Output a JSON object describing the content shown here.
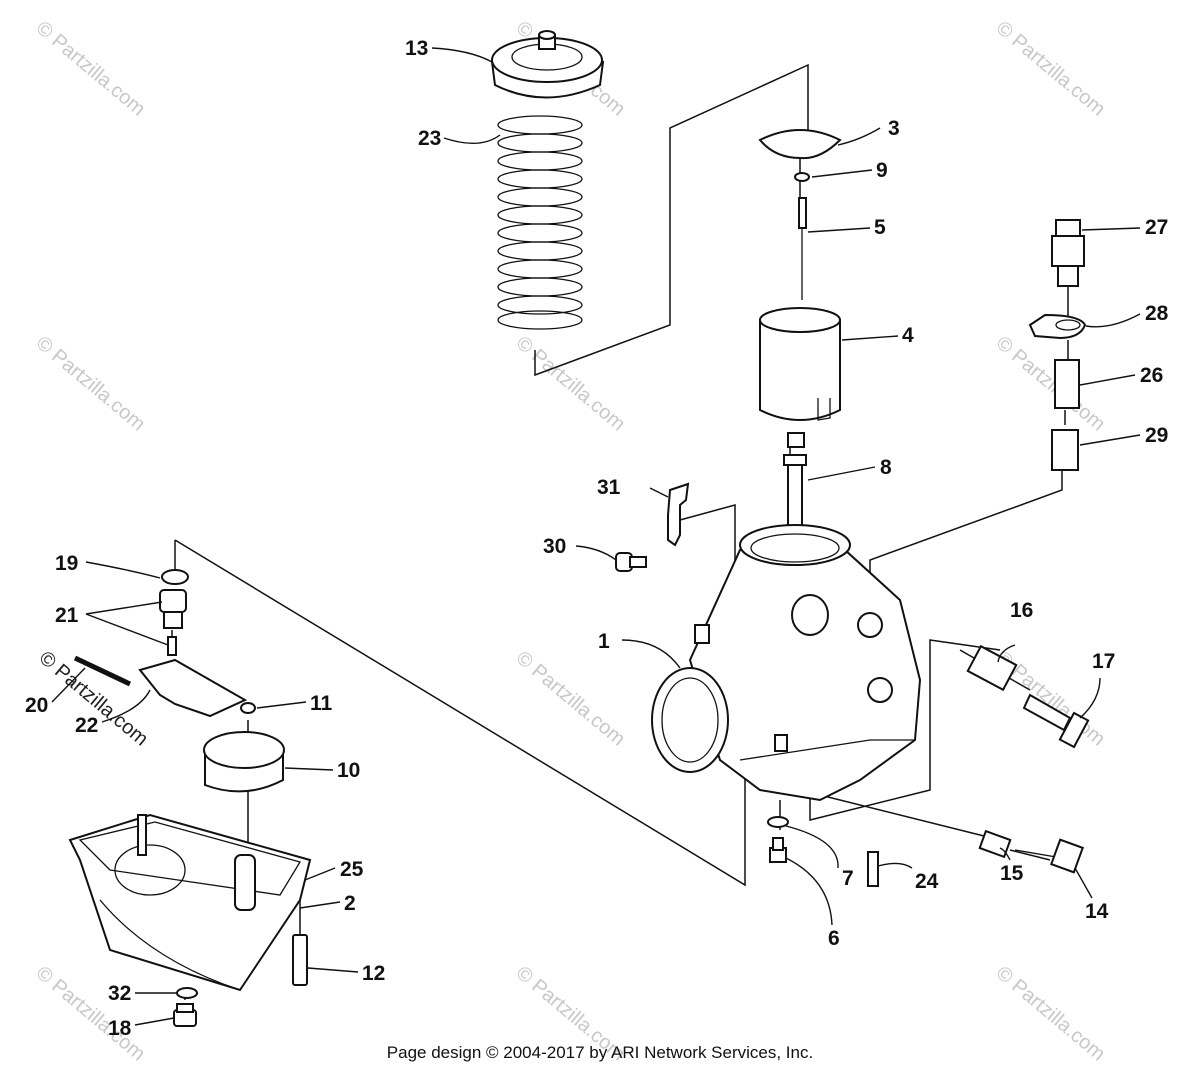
{
  "footer": "Page design © 2004-2017 by ARI Network Services, Inc.",
  "watermark": "© Partzilla.com",
  "callouts": [
    "13",
    "23",
    "3",
    "9",
    "5",
    "4",
    "8",
    "27",
    "28",
    "26",
    "29",
    "31",
    "30",
    "1",
    "19",
    "21",
    "20",
    "22",
    "11",
    "10",
    "16",
    "17",
    "25",
    "2",
    "12",
    "32",
    "18",
    "7",
    "24",
    "15",
    "14",
    "6"
  ]
}
